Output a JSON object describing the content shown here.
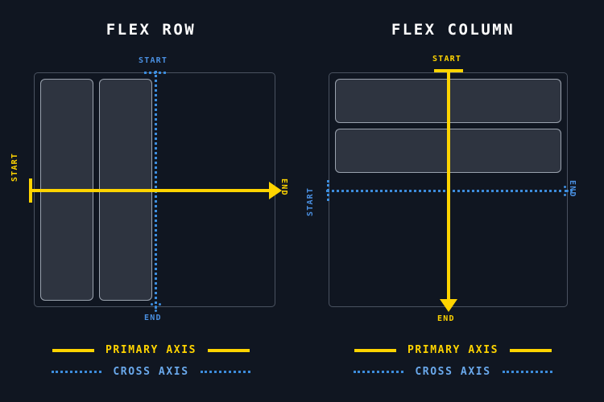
{
  "background_color": "#101621",
  "colors": {
    "primary_axis": "#ffd400",
    "cross_axis": "#3d8ddd",
    "cross_axis_text": "#6aa9ec",
    "item_fill": "#2e3440",
    "item_border": "#9aa2ae",
    "container_border": "#4a5260",
    "title_text": "#ffffff"
  },
  "panels": [
    {
      "id": "flex-row",
      "title": "FLEX ROW",
      "direction": "row",
      "item_count": 2,
      "primary_axis": {
        "orientation": "horizontal",
        "start_label": "START",
        "end_label": "END",
        "label_color": "#ffd400"
      },
      "cross_axis": {
        "orientation": "vertical",
        "start_label": "START",
        "end_label": "END",
        "label_color": "#6aa9ec"
      }
    },
    {
      "id": "flex-column",
      "title": "FLEX COLUMN",
      "direction": "column",
      "item_count": 2,
      "primary_axis": {
        "orientation": "vertical",
        "start_label": "START",
        "end_label": "END",
        "label_color": "#ffd400"
      },
      "cross_axis": {
        "orientation": "horizontal",
        "start_label": "START",
        "end_label": "END",
        "label_color": "#6aa9ec"
      }
    }
  ],
  "legend": {
    "primary_label": "PRIMARY AXIS",
    "cross_label": "CROSS AXIS"
  }
}
